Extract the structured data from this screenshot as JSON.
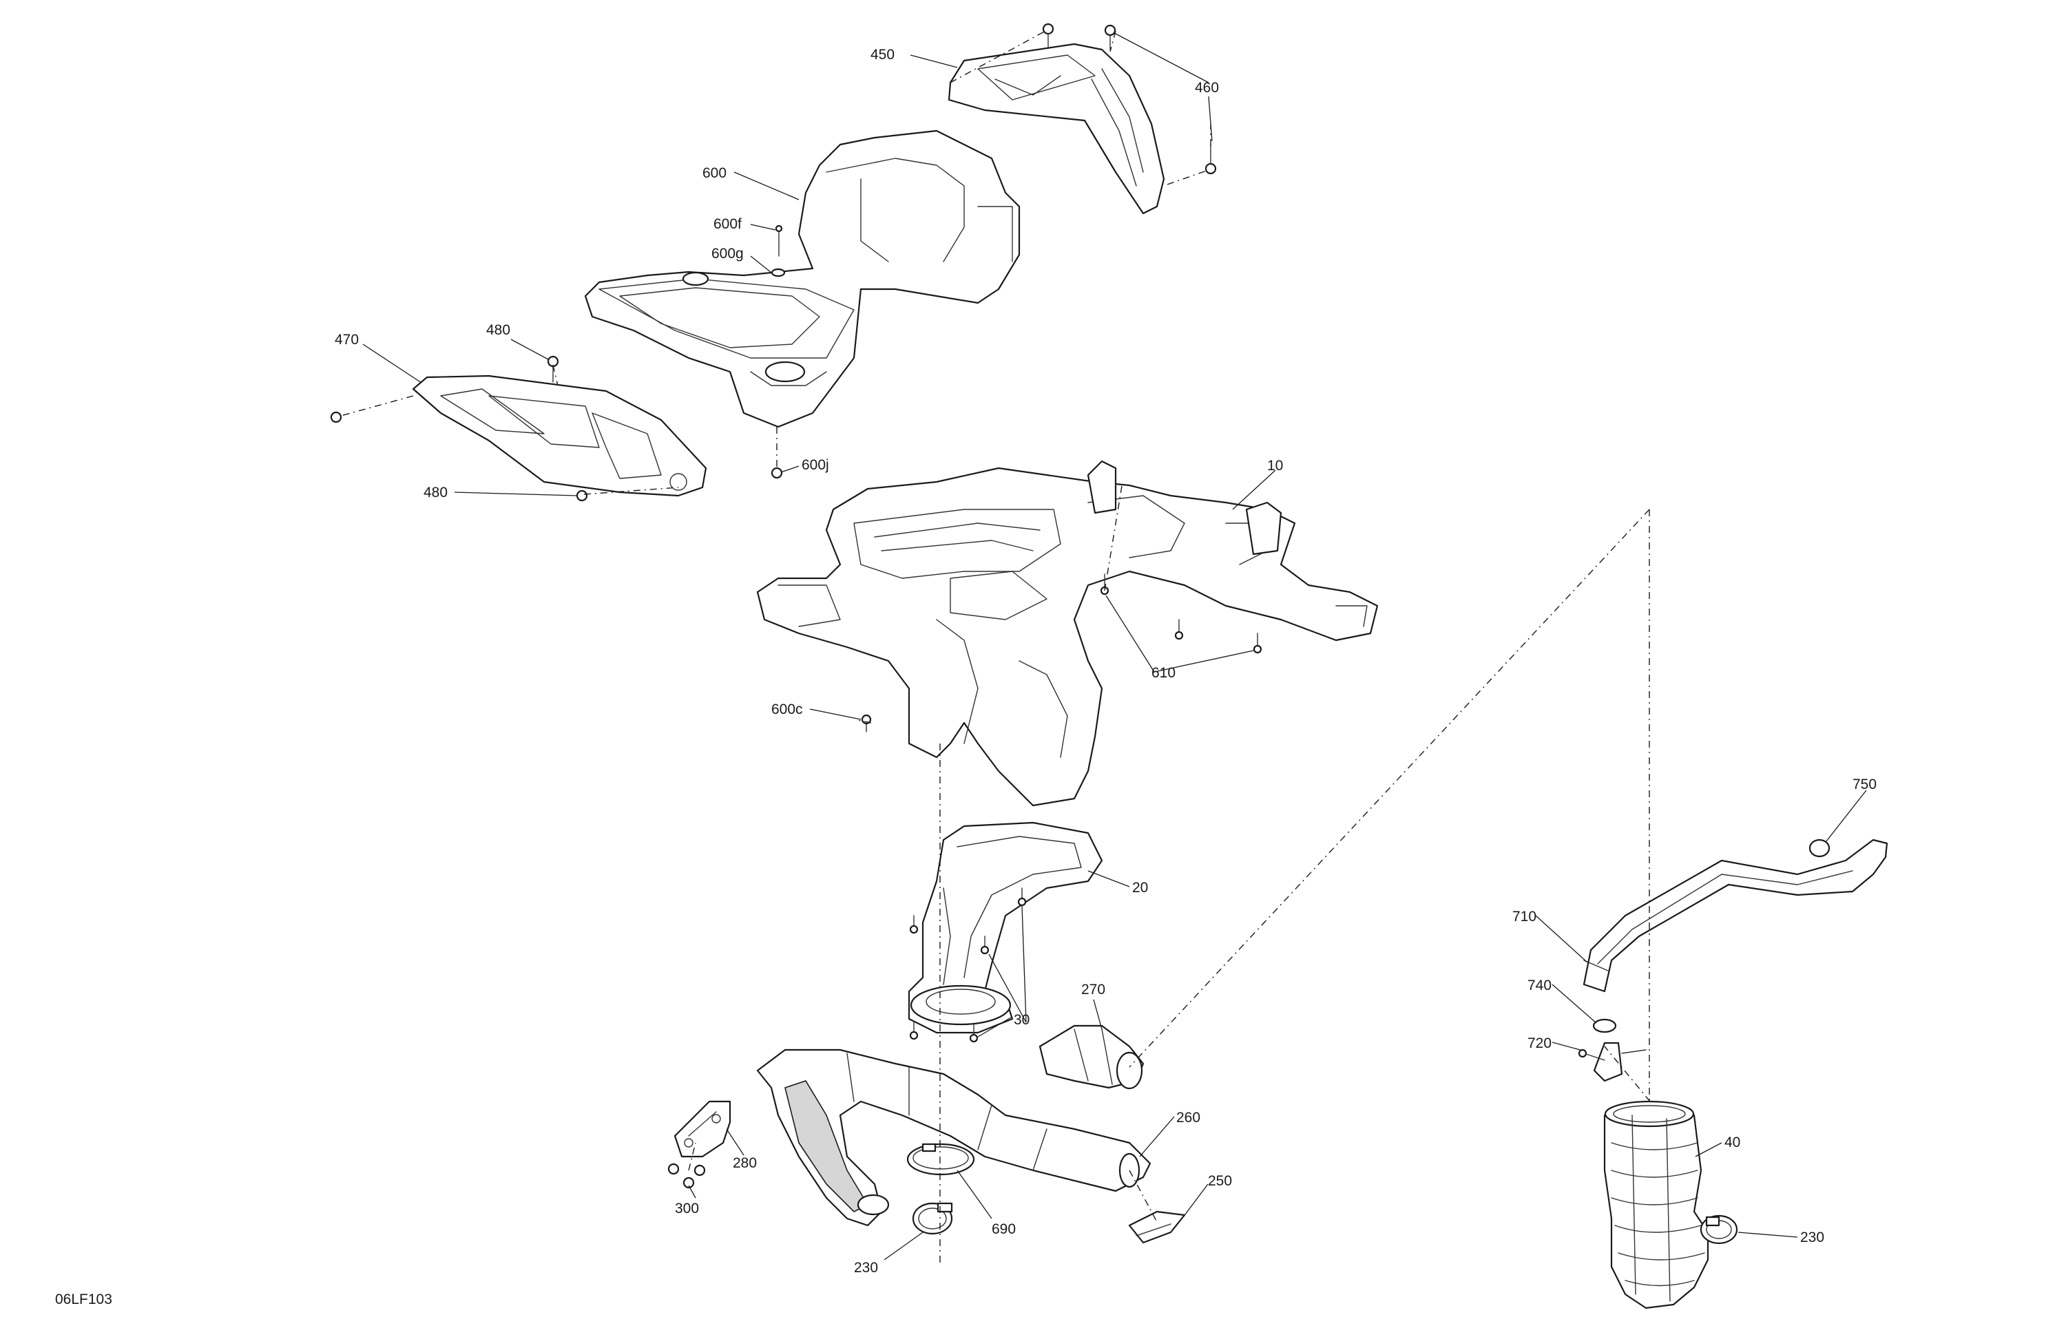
{
  "diagram": {
    "reference_code": "06LF103",
    "callouts": {
      "c10": "10",
      "c20": "20",
      "c30": "30",
      "c40": "40",
      "c230a": "230",
      "c230b": "230",
      "c250": "250",
      "c260": "260",
      "c270": "270",
      "c280": "280",
      "c300": "300",
      "c450": "450",
      "c460": "460",
      "c470": "470",
      "c480a": "480",
      "c480b": "480",
      "c600": "600",
      "c600c": "600c",
      "c600f": "600f",
      "c600g": "600g",
      "c600j": "600j",
      "c610": "610",
      "c690": "690",
      "c710": "710",
      "c720": "720",
      "c740": "740",
      "c750": "750"
    }
  }
}
